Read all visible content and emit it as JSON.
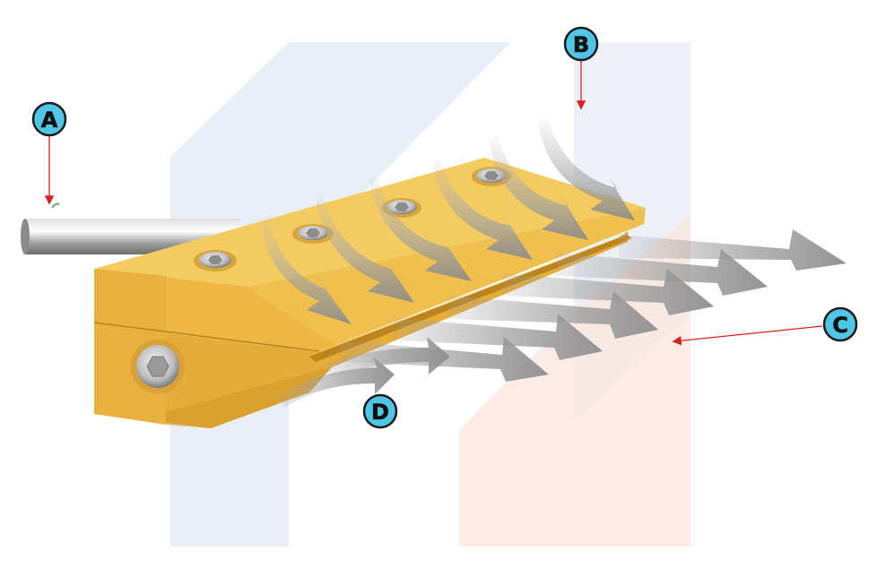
{
  "callouts": [
    {
      "id": "A",
      "label": "A"
    },
    {
      "id": "B",
      "label": "B"
    },
    {
      "id": "C",
      "label": "C"
    },
    {
      "id": "D",
      "label": "D"
    }
  ],
  "colors": {
    "body_gold": "#EDB843",
    "body_top": "#F2C85A",
    "body_dark": "#D9A232",
    "pipe": "#A8A8A8",
    "arrow_gray": "#9E9E9E",
    "callout_fill": "#4FC6E6",
    "callout_stroke": "#1A1A1A",
    "leader_red": "#D91E1E",
    "watermark_blue": "#E4ECF4",
    "watermark_peach": "#FBE6DC"
  },
  "icons": [
    "hex-socket-screw-icon",
    "arrow-icon"
  ]
}
